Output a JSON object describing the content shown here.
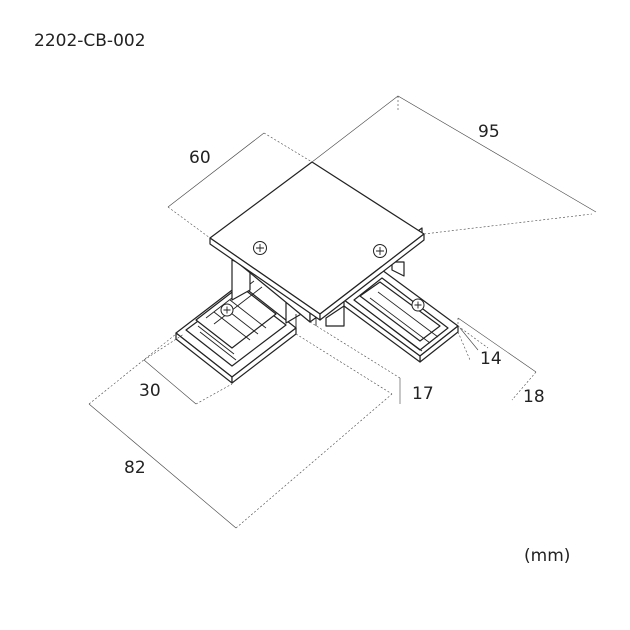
{
  "model_number": "2202-CB-002",
  "units": "(mm)",
  "dimensions": {
    "top_width": "60",
    "total_length": "95",
    "arm_length": "82",
    "arm_width": "30",
    "height": "17",
    "arm_height": "14",
    "arm_end_width": "18"
  }
}
